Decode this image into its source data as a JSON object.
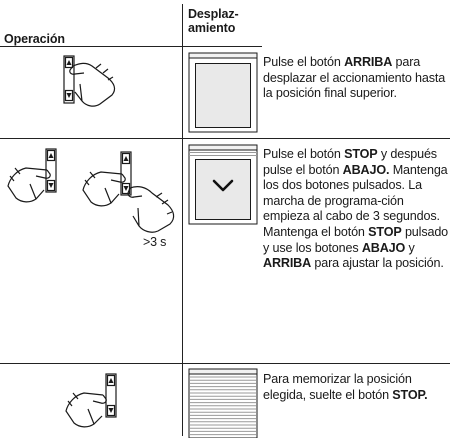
{
  "table": {
    "headers": {
      "operation": "Operación",
      "movement": [
        "Desplaz-",
        "amiento"
      ]
    },
    "rows": [
      {
        "op_label": "",
        "description": [
          {
            "text": "Pulse el botón ",
            "bold": false
          },
          {
            "text": "ARRIBA",
            "bold": true
          },
          {
            "text": " para desplazar el accionamiento hasta la posición final superior.",
            "bold": false
          }
        ]
      },
      {
        "op_label": ">3 s",
        "description": [
          {
            "text": "Pulse el botón ",
            "bold": false
          },
          {
            "text": "STOP",
            "bold": true
          },
          {
            "text": " y después pulse el botón ",
            "bold": false
          },
          {
            "text": "ABAJO.",
            "bold": true
          },
          {
            "text": " Mantenga los dos botones pulsados. La marcha de programa-ción empieza al cabo de 3 segundos. Mantenga el botón ",
            "bold": false
          },
          {
            "text": "STOP",
            "bold": true
          },
          {
            "text": " pulsado y use los botones ",
            "bold": false
          },
          {
            "text": "ABAJO",
            "bold": true
          },
          {
            "text": " y ",
            "bold": false
          },
          {
            "text": "ARRIBA",
            "bold": true
          },
          {
            "text": " para ajustar la posición.",
            "bold": false
          }
        ]
      },
      {
        "op_label": "",
        "description": [
          {
            "text": "Para memorizar la posición elegida, suelte el botón ",
            "bold": false
          },
          {
            "text": "STOP.",
            "bold": true
          }
        ]
      }
    ]
  },
  "icons": {
    "row1_hand": "hand-pressing-up-button-icon",
    "row2_hand_a": "hand-pressing-stop-button-icon",
    "row2_hand_b": "hand-pressing-down-button-icon",
    "row3_hand": "hand-releasing-stop-button-icon",
    "row1_shutter": "shutter-open-icon",
    "row2_shutter": "shutter-down-arrow-icon",
    "row3_shutter": "shutter-closed-slats-icon"
  }
}
